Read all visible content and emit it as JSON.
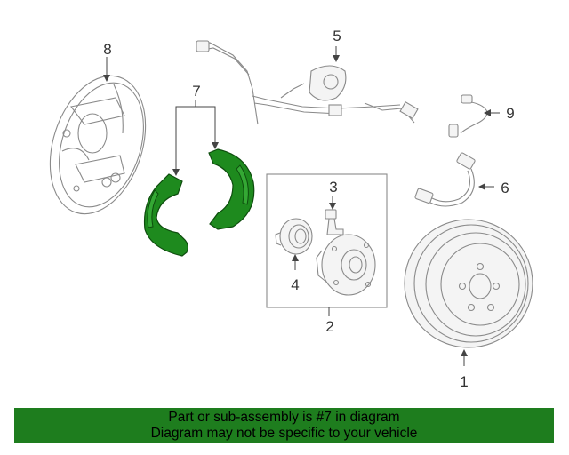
{
  "callouts": {
    "c1": "1",
    "c2": "2",
    "c3": "3",
    "c4": "4",
    "c5": "5",
    "c6": "6",
    "c7": "7",
    "c8": "8",
    "c9": "9"
  },
  "highlighted_part": "7",
  "banner": {
    "line1": "Part or sub-assembly is #7 in diagram",
    "line2": "Diagram may not be specific to your vehicle",
    "color": "#1e7d1e"
  },
  "colors": {
    "highlight": "#1e8a1e",
    "line_art": "#8a8a8a"
  }
}
